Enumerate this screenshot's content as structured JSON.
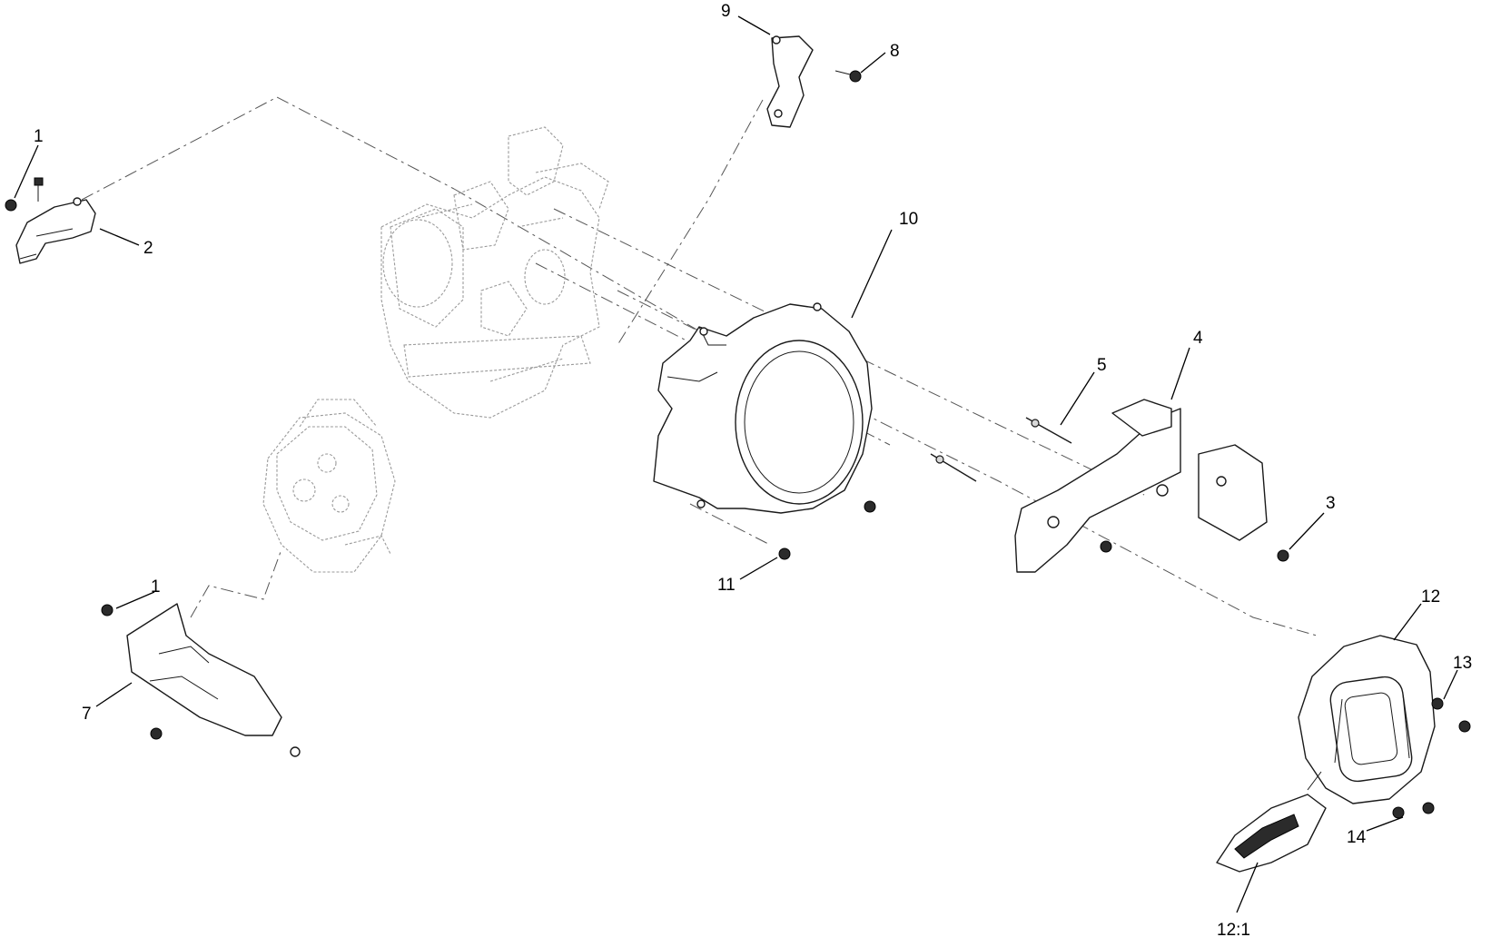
{
  "callouts": {
    "c1a": "1",
    "c2": "2",
    "c9": "9",
    "c8": "8",
    "c10": "10",
    "c5": "5",
    "c4": "4",
    "c3": "3",
    "c11": "11",
    "c1b": "1",
    "c7": "7",
    "c12": "12",
    "c13": "13",
    "c14": "14",
    "c12_1": "12:1"
  }
}
